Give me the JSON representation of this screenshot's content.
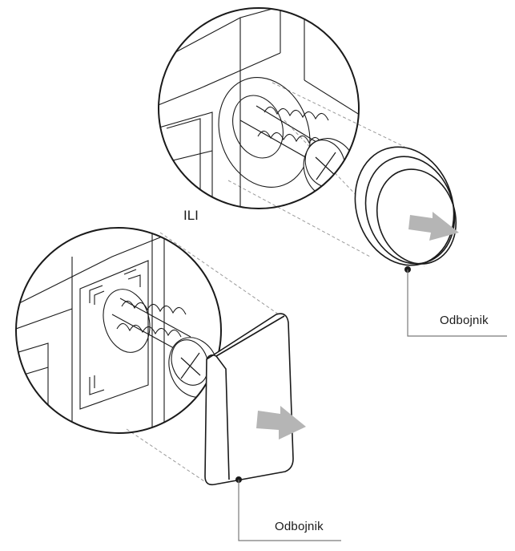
{
  "diagram": {
    "separator_label": "ILI",
    "callouts": {
      "round_bumper_label": "Odbojnik",
      "square_bumper_label": "Odbojnik"
    },
    "colors": {
      "line": "#1a1a1a",
      "dashed_guide": "#9a9a9a",
      "arrow": "#b5b5b5",
      "leader": "#7a7a7a"
    }
  }
}
